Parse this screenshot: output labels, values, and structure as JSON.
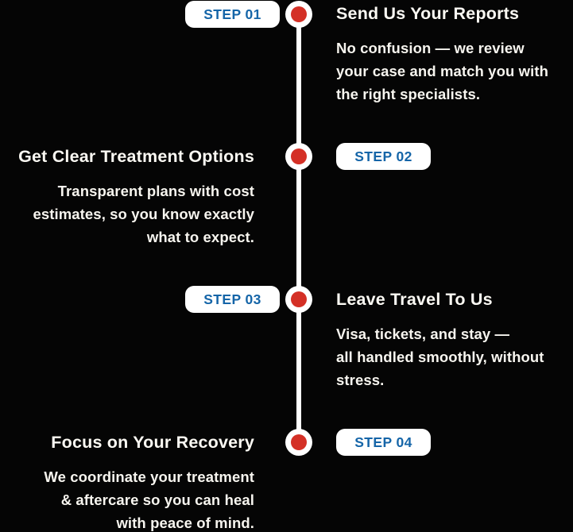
{
  "timeline": {
    "colors": {
      "background": "#050505",
      "line": "#ffffff",
      "dot": "#d43026",
      "badge_bg": "#ffffff",
      "badge_text": "#1565a8",
      "title_text": "#fbf9f3",
      "body_text": "#f7f5ef"
    },
    "steps": [
      {
        "badge": "STEP 01",
        "title": "Send Us Your Reports",
        "description": "No confusion — we review\nyour case and match you with\nthe right specialists.",
        "side": "right"
      },
      {
        "badge": "STEP 02",
        "title": "Get Clear Treatment Options",
        "description": "Transparent plans with cost\nestimates, so you know exactly\nwhat to expect.",
        "side": "left"
      },
      {
        "badge": "STEP 03",
        "title": "Leave Travel To Us",
        "description": "Visa, tickets, and stay —\nall handled smoothly, without\nstress.",
        "side": "right"
      },
      {
        "badge": "STEP 04",
        "title": "Focus on Your Recovery",
        "description": "We coordinate your treatment\n& aftercare so you can heal\nwith peace of mind.",
        "side": "left"
      }
    ]
  }
}
